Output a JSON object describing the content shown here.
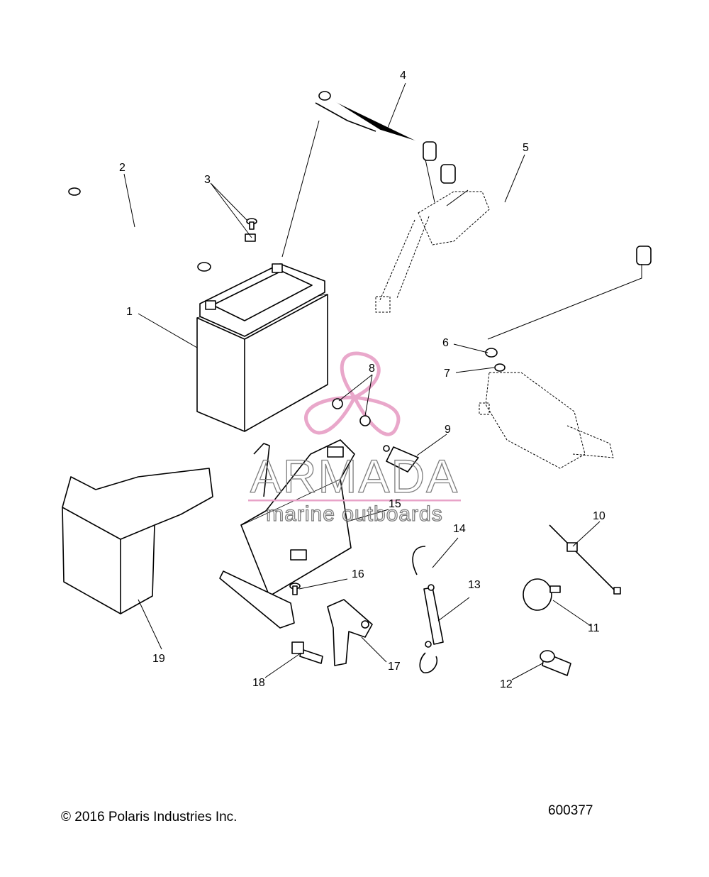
{
  "callouts": [
    {
      "id": "1",
      "label": "1"
    },
    {
      "id": "2",
      "label": "2"
    },
    {
      "id": "3",
      "label": "3"
    },
    {
      "id": "4",
      "label": "4"
    },
    {
      "id": "5",
      "label": "5"
    },
    {
      "id": "6",
      "label": "6"
    },
    {
      "id": "7",
      "label": "7"
    },
    {
      "id": "8",
      "label": "8"
    },
    {
      "id": "9",
      "label": "9"
    },
    {
      "id": "10",
      "label": "10"
    },
    {
      "id": "11",
      "label": "11"
    },
    {
      "id": "12",
      "label": "12"
    },
    {
      "id": "13",
      "label": "13"
    },
    {
      "id": "14",
      "label": "14"
    },
    {
      "id": "15",
      "label": "15"
    },
    {
      "id": "16",
      "label": "16"
    },
    {
      "id": "17",
      "label": "17"
    },
    {
      "id": "18",
      "label": "18"
    },
    {
      "id": "19",
      "label": "19"
    }
  ],
  "footer": {
    "copyright": "© 2016 Polaris Industries Inc.",
    "diagram_code": "600377"
  },
  "watermark": {
    "brand": "ARMADA",
    "tagline": "marine outboards",
    "color": "#e8a3c8"
  }
}
